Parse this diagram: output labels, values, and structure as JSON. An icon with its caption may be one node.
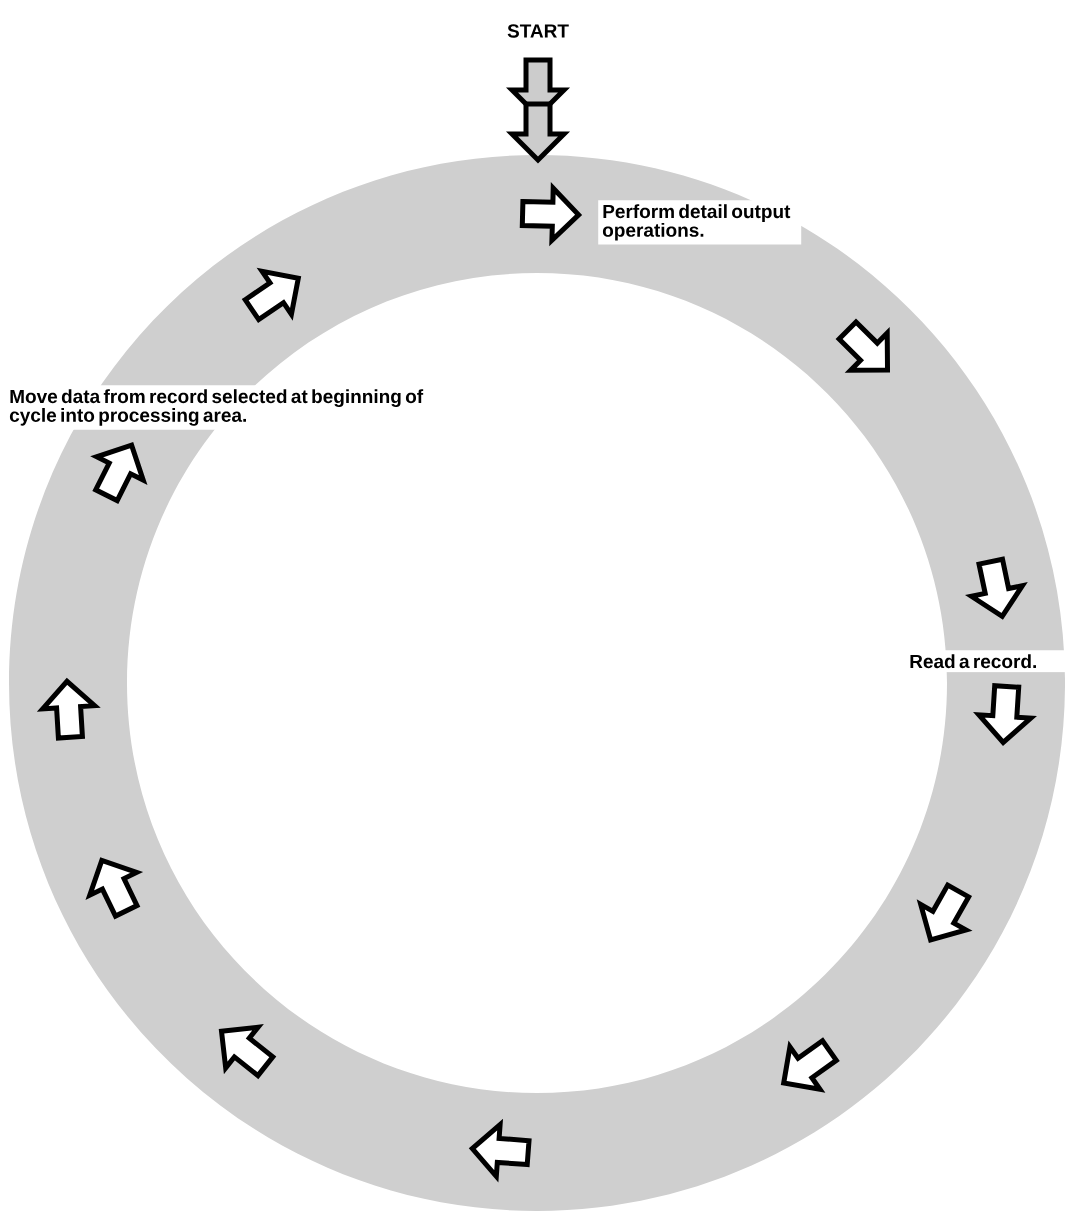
{
  "diagram": {
    "labels": [
      "START",
      "Perform detail output operations.",
      "Move data from record selected at beginning of cycle into processing area.",
      "Read a record."
    ]
  }
}
